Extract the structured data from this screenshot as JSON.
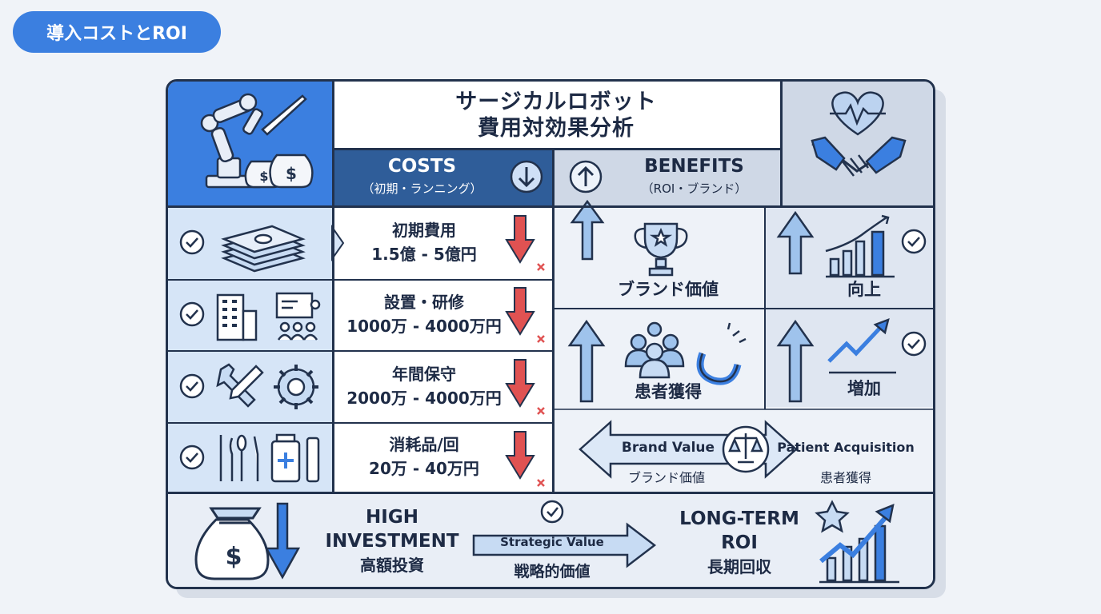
{
  "tag": "導入コストとROI",
  "title": {
    "line1": "サージカルロボット",
    "line2": "費用対効果分析"
  },
  "costs": {
    "label": "COSTS",
    "sub": "（初期・ランニング）"
  },
  "benefits": {
    "label": "BENEFITS",
    "sub": "（ROI・ブランド）"
  },
  "cost_rows": [
    {
      "name": "初期費用",
      "value": "1.5億 - 5億円"
    },
    {
      "name": "設置・研修",
      "value": "1000万 - 4000万円"
    },
    {
      "name": "年間保守",
      "value": "2000万 - 4000万円"
    },
    {
      "name": "消耗品/回",
      "value": "20万 - 40万円"
    }
  ],
  "benefit_items": {
    "brand": "ブランド価値",
    "improve": "向上",
    "patients": "患者獲得",
    "increase": "増加"
  },
  "balance": {
    "left_en": "Brand Value",
    "left_jp": "ブランド価値",
    "right_en": "Patient Acquisition",
    "right_jp": "患者獲得"
  },
  "bottom": {
    "invest_en1": "HIGH",
    "invest_en2": "INVESTMENT",
    "invest_jp": "高額投資",
    "strategy_en": "Strategic Value",
    "strategy_jp": "戦略的価値",
    "roi_en1": "LONG-TERM",
    "roi_en2": "ROI",
    "roi_jp": "長期回収"
  },
  "colors": {
    "accent": "#3b7fe0",
    "navy": "#2f5d99",
    "down": "#e05252",
    "ink": "#22324d"
  },
  "icons": [
    "robot-arm-icon",
    "money-bag-icon",
    "heart-pulse-icon",
    "handshake-icon",
    "cash-stack-icon",
    "building-icon",
    "training-icon",
    "wrench-icon",
    "gear-icon",
    "surgical-tools-icon",
    "medicine-icon",
    "trophy-icon",
    "bar-chart-icon",
    "people-icon",
    "magnet-icon",
    "trend-up-icon",
    "scale-icon",
    "star-icon"
  ]
}
